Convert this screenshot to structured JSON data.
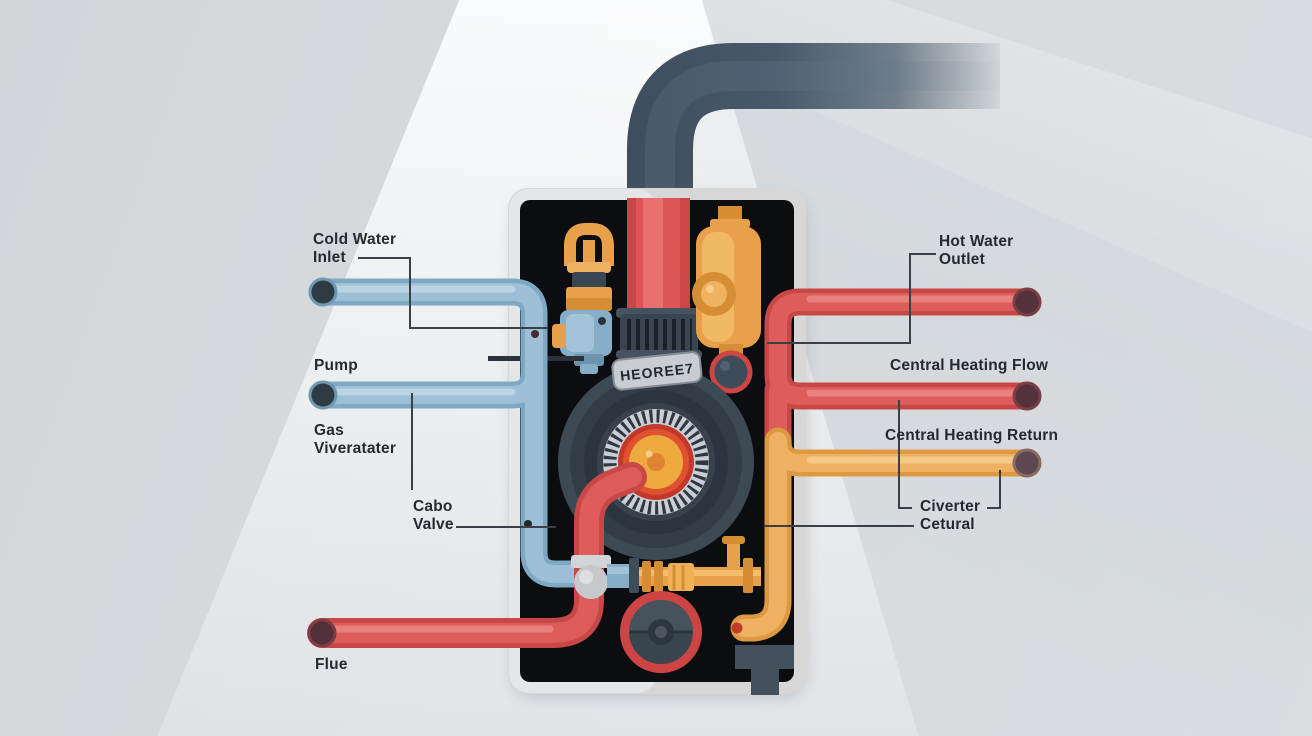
{
  "diagram_title": "boiler-internal-components-diagram",
  "boiler": {
    "badge_text": "HEOREE7"
  },
  "labels": {
    "cold_water_inlet": "Cold Water\nInlet",
    "pump": "Pump",
    "gas_viveratater": "Gas\nViveratater",
    "cabo_valve": "Cabo\nValve",
    "flue": "Flue",
    "hot_water_outlet": "Hot Water\nOutlet",
    "central_heating_flow": "Central Heating Flow",
    "central_heating_return": "Central Heating Return",
    "civerter_cetural": "Civerter\nCetural"
  },
  "colors": {
    "background": "#d6dadd",
    "cold_water_pipe": "#93b8d0",
    "hot_water_pipe": "#dd5555",
    "heating_return_pipe": "#e8a44d",
    "flue_duct": "#46586a",
    "boiler_frame": "#d7d7d7",
    "boiler_interior": "#0c0d10",
    "label_text": "#26292d",
    "leader_line": "#3b4046"
  }
}
